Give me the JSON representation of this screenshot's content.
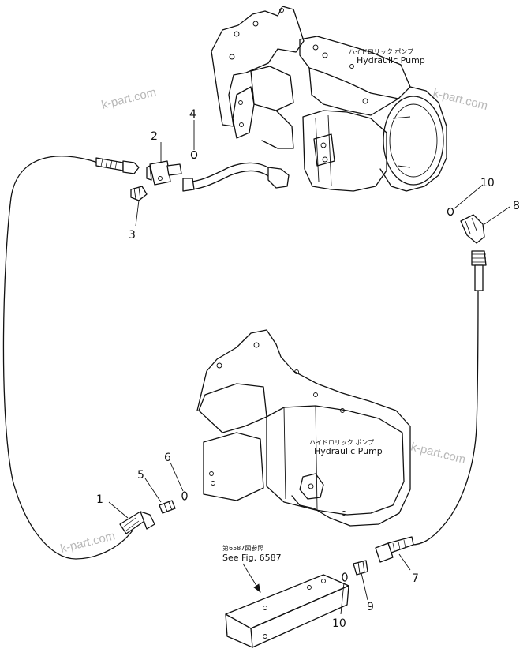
{
  "labels": {
    "upper_pump_jp": "ハイドロリック ポンプ",
    "upper_pump_en": "Hydraulic Pump",
    "lower_pump_jp": "ハイドロリック ポンプ",
    "lower_pump_en": "Hydraulic Pump",
    "see_fig_jp": "第6587図参照",
    "see_fig_en": "See Fig. 6587"
  },
  "callouts": {
    "c1": "1",
    "c2": "2",
    "c3": "3",
    "c4": "4",
    "c5": "5",
    "c6": "6",
    "c7": "7",
    "c8": "8",
    "c9": "9",
    "c10_upper": "10",
    "c10_lower": "10"
  },
  "watermarks": [
    "k-part.com",
    "k-part.com",
    "k-part.com",
    "k-part.com"
  ]
}
